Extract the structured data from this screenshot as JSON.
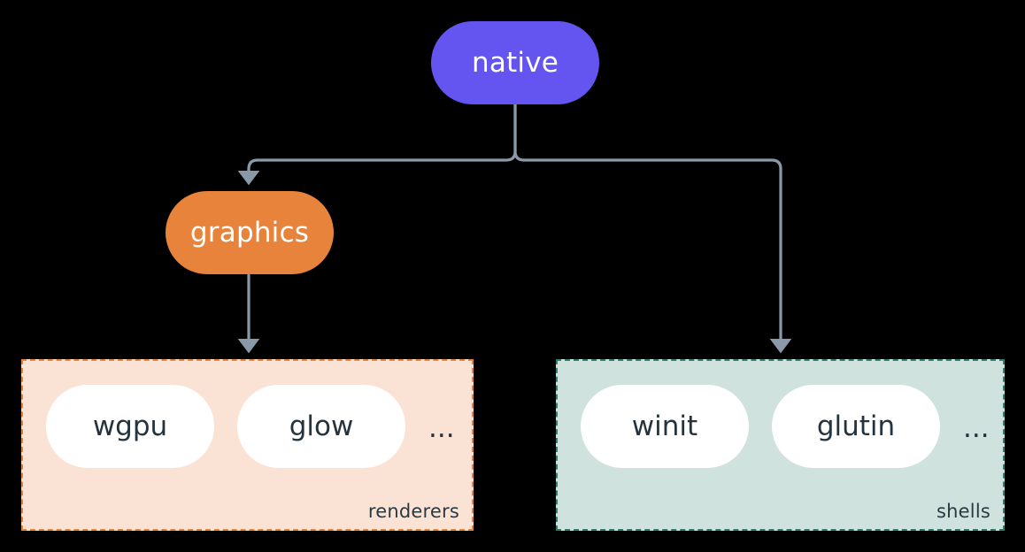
{
  "diagram": {
    "type": "tree",
    "background": "#000000",
    "nodes": {
      "root": {
        "label": "native",
        "color": "#6455F0",
        "text_color": "#ffffff"
      },
      "graphics": {
        "label": "graphics",
        "color": "#E8833C",
        "text_color": "#ffffff"
      }
    },
    "groups": [
      {
        "id": "renderers",
        "label": "renderers",
        "fill": "#FAE3D5",
        "border": "#E8833C",
        "border_style": "dashed",
        "items": [
          "wgpu",
          "glow"
        ],
        "overflow": "..."
      },
      {
        "id": "shells",
        "label": "shells",
        "fill": "#CFE2DD",
        "border": "#2F7F6F",
        "border_style": "dashed",
        "items": [
          "winit",
          "glutin"
        ],
        "overflow": "..."
      }
    ],
    "edges": [
      {
        "from": "native",
        "to": "graphics",
        "style": "orthogonal-arrow",
        "color": "#8A99A8"
      },
      {
        "from": "native",
        "to": "shells",
        "style": "orthogonal-arrow",
        "color": "#8A99A8"
      },
      {
        "from": "graphics",
        "to": "renderers",
        "style": "straight-arrow",
        "color": "#8A99A8"
      }
    ],
    "edge_color": "#8A99A8",
    "label_color": "#2B3A42",
    "pill_fill": "#FFFFFF",
    "pill_text_color": "#24333D"
  }
}
